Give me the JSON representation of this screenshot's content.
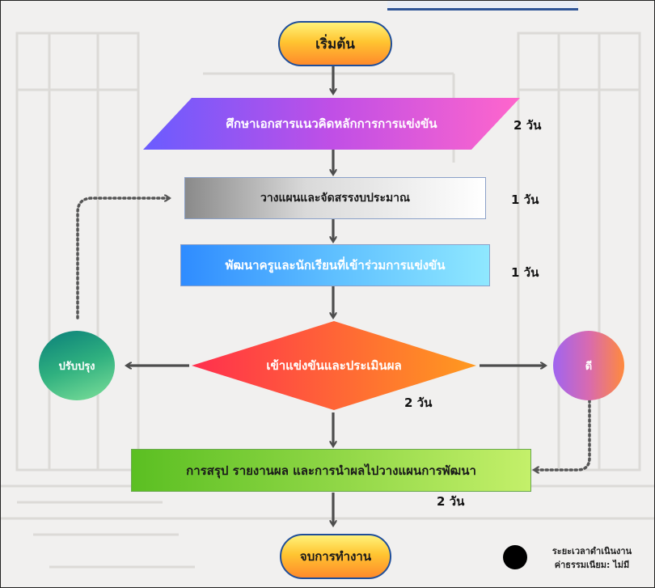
{
  "flowchart": {
    "start": "เริ่มต้น",
    "step1": "ศึกษาเอกสารแนวคิดหลักการการแข่งขัน",
    "step2": "วางแผนและจัดสรรงบประมาณ",
    "step3": "พัฒนาครูและนักเรียนที่เข้าร่วมการแข่งขัน",
    "decision": "เข้าแข่งขันและประเมินผล",
    "improve": "ปรับปรุง",
    "good": "ดี",
    "step4": "การสรุป รายงานผล และการนำผลไปวางแผนการพัฒนา",
    "end": "จบการทำงาน"
  },
  "durations": {
    "step1": "2 วัน",
    "step2": "1 วัน",
    "step3": "1 วัน",
    "decision": "2 วัน",
    "step4": "2 วัน"
  },
  "legend": {
    "line1": "ระยะเวลาดำเนินงาน",
    "line2": "ค่าธรรมเนียม: ไม่มี"
  },
  "colors": {
    "arrow": "#4d4d4d",
    "pill_border": "#1f4e9a",
    "parallelogram": [
      "#6a5cff",
      "#c04fe6",
      "#ff66cc"
    ],
    "step2": [
      "#8a8a8a",
      "#ffffff"
    ],
    "step3": [
      "#2f8cff",
      "#8fe8ff"
    ],
    "decision": [
      "#ff2f4e",
      "#ff9a1f"
    ],
    "improve_circle": [
      "#0a7f7a",
      "#7fe09a"
    ],
    "good_circle": [
      "#a064f0",
      "#ff8a3d"
    ],
    "step4": [
      "#5bbf22",
      "#c4f06a"
    ]
  }
}
